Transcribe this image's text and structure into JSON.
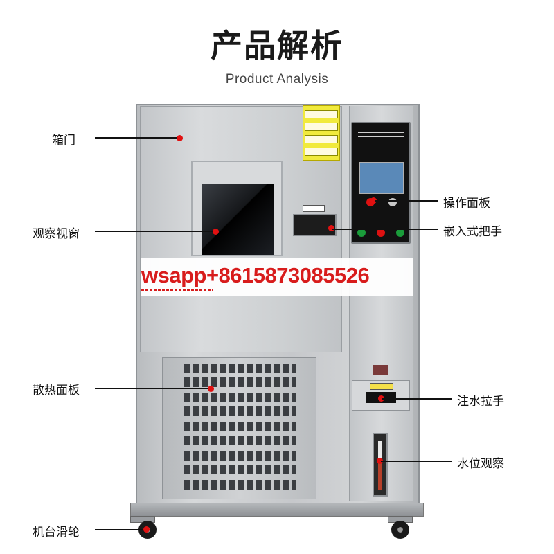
{
  "header": {
    "title": "产品解析",
    "subtitle": "Product Analysis"
  },
  "watermark": {
    "text": "wsapp+8615873085526"
  },
  "callouts": [
    {
      "id": "door",
      "label": "箱门",
      "side": "left"
    },
    {
      "id": "window",
      "label": "观察视窗",
      "side": "left"
    },
    {
      "id": "heat-panel",
      "label": "散热面板",
      "side": "left"
    },
    {
      "id": "casters",
      "label": "机台滑轮",
      "side": "left"
    },
    {
      "id": "control-panel",
      "label": "操作面板",
      "side": "right"
    },
    {
      "id": "handle",
      "label": "嵌入式把手",
      "side": "right"
    },
    {
      "id": "water-fill",
      "label": "注水拉手",
      "side": "right"
    },
    {
      "id": "water-level",
      "label": "水位观察",
      "side": "right"
    }
  ],
  "colors": {
    "marker": "#e11111",
    "watermark": "#d81c1c",
    "screen": "#5a89b8",
    "warning_label": "#f1ea3c"
  },
  "water_level_fraction": 0.55
}
